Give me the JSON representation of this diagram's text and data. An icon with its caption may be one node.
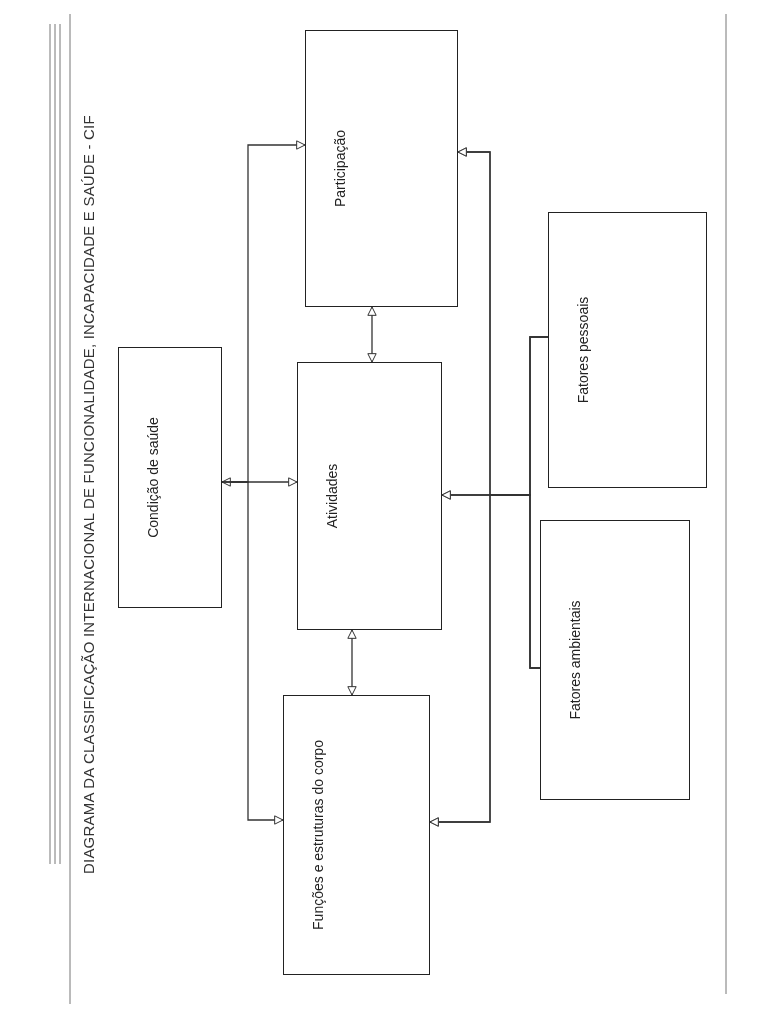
{
  "diagram": {
    "title": "DIAGRAMA DA CLASSIFICAÇÃO INTERNACIONAL DE FUNCIONALIDADE, INCAPACIDADE E SAÚDE - CIF",
    "nodes": [
      {
        "text": [
          "Condição de saúde"
        ]
      },
      {
        "text": [
          "Participação"
        ]
      },
      {
        "text": [
          "Atividades"
        ]
      },
      {
        "text": [
          "Funções e estruturas do corpo"
        ]
      },
      {
        "text": [
          "Fatores pessoais"
        ]
      },
      {
        "text": [
          "Fatores ambientais"
        ]
      }
    ],
    "edges": [
      {
        "from": 0,
        "to": 2,
        "arrow": "both"
      },
      {
        "from": 0,
        "to": 1,
        "arrow": "to"
      },
      {
        "from": 0,
        "to": 3,
        "arrow": "to"
      },
      {
        "from": 1,
        "to": 2,
        "arrow": "both"
      },
      {
        "from": 2,
        "to": 3,
        "arrow": "both"
      },
      {
        "from": 4,
        "to": 2,
        "arrow": "to"
      },
      {
        "from": 5,
        "to": 2,
        "arrow": "to"
      },
      {
        "from": 4,
        "to": 1,
        "arrow": "to"
      },
      {
        "from": 4,
        "to": 3,
        "arrow": "to"
      },
      {
        "from": 5,
        "to": 1,
        "arrow": "to"
      },
      {
        "from": 5,
        "to": 3,
        "arrow": "to"
      }
    ]
  }
}
